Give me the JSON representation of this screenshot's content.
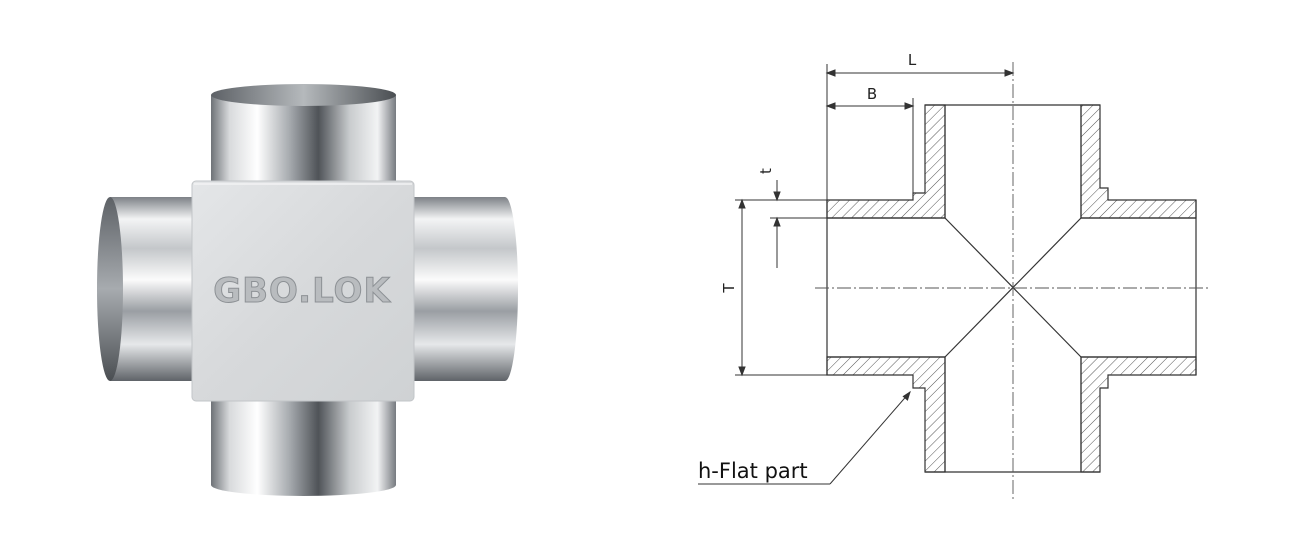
{
  "product": {
    "logo_text": "GBO.LOK"
  },
  "drawing": {
    "dimensions": {
      "L": "L",
      "B": "B",
      "t": "t",
      "T": "T"
    },
    "callout": "h-Flat part"
  },
  "colors": {
    "line": "#333333",
    "hatch": "#555555",
    "steel_light": "#f2f3f4",
    "steel_dark": "#5c6166",
    "body": "#d9dbdd"
  }
}
